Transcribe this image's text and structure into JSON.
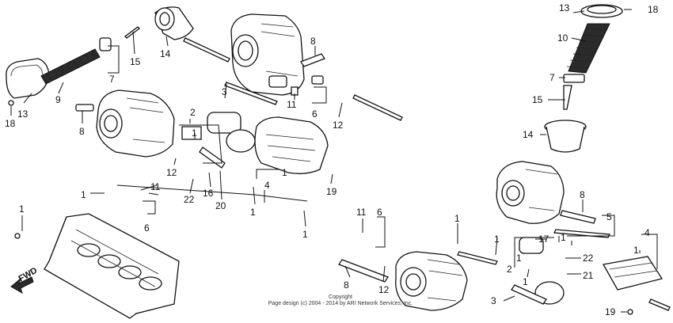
{
  "callouts": [
    {
      "id": "c13a",
      "label": "13"
    },
    {
      "id": "c9",
      "label": "9"
    },
    {
      "id": "c18a",
      "label": "18"
    },
    {
      "id": "c7a",
      "label": "7"
    },
    {
      "id": "c15a",
      "label": "15"
    },
    {
      "id": "c14a",
      "label": "14"
    },
    {
      "id": "c8a",
      "label": "8"
    },
    {
      "id": "c3a",
      "label": "3"
    },
    {
      "id": "c11a",
      "label": "11"
    },
    {
      "id": "c6a",
      "label": "6"
    },
    {
      "id": "c12a",
      "label": "12"
    },
    {
      "id": "c2a",
      "label": "2"
    },
    {
      "id": "c1a",
      "label": "1"
    },
    {
      "id": "c1b",
      "label": "1"
    },
    {
      "id": "c8b",
      "label": "8"
    },
    {
      "id": "c12b",
      "label": "12"
    },
    {
      "id": "c11b",
      "label": "11"
    },
    {
      "id": "c22a",
      "label": "22"
    },
    {
      "id": "c16a",
      "label": "16"
    },
    {
      "id": "c20a",
      "label": "20"
    },
    {
      "id": "c4a",
      "label": "4"
    },
    {
      "id": "c19a",
      "label": "19"
    },
    {
      "id": "c1c",
      "label": "1"
    },
    {
      "id": "c6b",
      "label": "6"
    },
    {
      "id": "c1d",
      "label": "1"
    },
    {
      "id": "c1e",
      "label": "1"
    },
    {
      "id": "c1f",
      "label": "1"
    },
    {
      "id": "c13b",
      "label": "13"
    },
    {
      "id": "c18b",
      "label": "18"
    },
    {
      "id": "c10",
      "label": "10"
    },
    {
      "id": "c7b",
      "label": "7"
    },
    {
      "id": "c15b",
      "label": "15"
    },
    {
      "id": "c14b",
      "label": "14"
    },
    {
      "id": "c11c",
      "label": "11"
    },
    {
      "id": "c6c",
      "label": "6"
    },
    {
      "id": "c1g",
      "label": "1"
    },
    {
      "id": "c1h",
      "label": "1"
    },
    {
      "id": "c8c",
      "label": "8"
    },
    {
      "id": "c12c",
      "label": "12"
    },
    {
      "id": "c8d",
      "label": "8"
    },
    {
      "id": "c5",
      "label": "5"
    },
    {
      "id": "c4b",
      "label": "4"
    },
    {
      "id": "c17",
      "label": "17"
    },
    {
      "id": "c1i",
      "label": "1"
    },
    {
      "id": "c22b",
      "label": "22"
    },
    {
      "id": "c2b",
      "label": "2"
    },
    {
      "id": "c21",
      "label": "21"
    },
    {
      "id": "c3b",
      "label": "3"
    },
    {
      "id": "c19b",
      "label": "19"
    },
    {
      "id": "c1j",
      "label": "1"
    },
    {
      "id": "c1k",
      "label": "1"
    },
    {
      "id": "c1l",
      "label": "1"
    }
  ],
  "fwd_label": "FWD",
  "copyright": {
    "line1": "Copyright",
    "line2": "Page design (c) 2004 - 2014 by ARI Network Services, Inc."
  }
}
